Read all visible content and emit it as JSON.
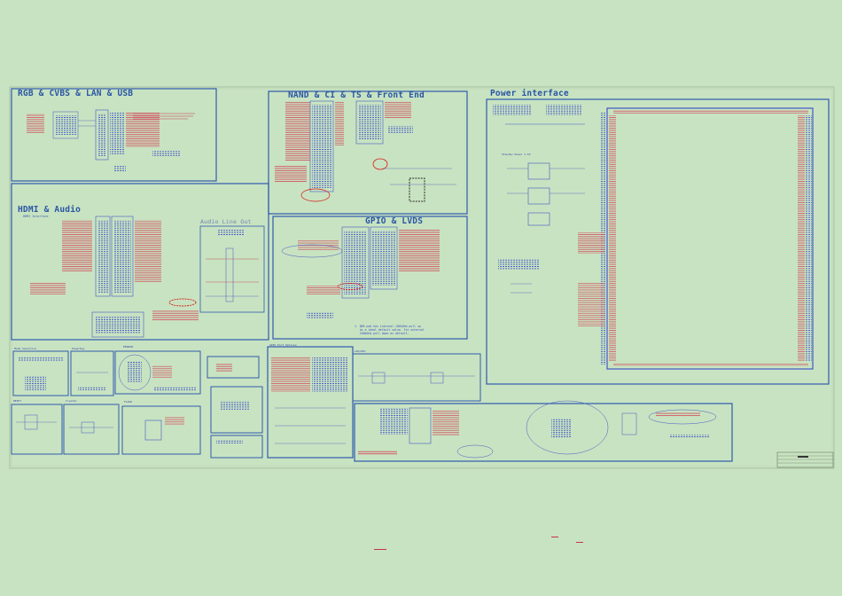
{
  "sections": {
    "rgb": "RGB & CVBS & LAN & USB",
    "nand": "NAND & CI & TS & Front End",
    "power": "Power interface",
    "hdmi": "HDMI & Audio",
    "hdmi_sub": "HDMI Interface",
    "audio_line": "Audio Line Out",
    "gpio": "GPIO & LVDS",
    "mode_selection": "Mode Selection",
    "powerkey": "PowerKey",
    "eeprom": "EEPROM",
    "reset": "RESET",
    "crystal": "Crystal",
    "flash": "FLASH",
    "gpio_port": "GPIO Port Options",
    "ldo": "LDO/DDC",
    "standby": "Standby Power 1.5V"
  },
  "notes": {
    "gpio_note": "1. DDR pad has internal 100kOhm pull up\n   as a ideal default value. For external\n   100kOhm pull down as default."
  },
  "colors": {
    "background": "#c8e3c1",
    "box": "#2f5bb0",
    "title": "#2b56a5",
    "wire": "#3d4fc7",
    "net": "#c8324d",
    "highlight_red": "#d81a1a",
    "highlight_dark": "#2a2a2a"
  },
  "icons": {
    "title_block": "title-block-icon",
    "highlight_ellipse": "highlight-ellipse-icon"
  }
}
